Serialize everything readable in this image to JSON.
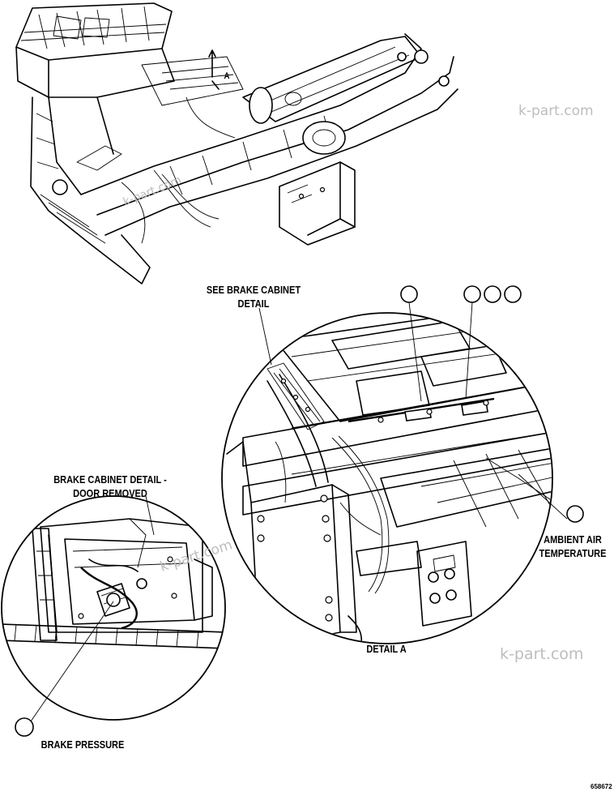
{
  "labels": {
    "see_brake_cabinet_line1": "SEE BRAKE CABINET",
    "see_brake_cabinet_line2": "DETAIL",
    "brake_cabinet_detail_line1": "BRAKE CABINET DETAIL -",
    "brake_cabinet_detail_line2": "DOOR REMOVED",
    "ambient_air_line1": "AMBIENT AIR",
    "ambient_air_line2": "TEMPERATURE",
    "detail_a": "DETAIL A",
    "brake_pressure": "BRAKE PRESSURE",
    "view_marker": "A"
  },
  "watermarks": {
    "top_right": "k-part.com",
    "frame": "k-part.com",
    "cabinet": "k-part.com",
    "bottom_right": "k-part.com"
  },
  "document_number": "658672"
}
